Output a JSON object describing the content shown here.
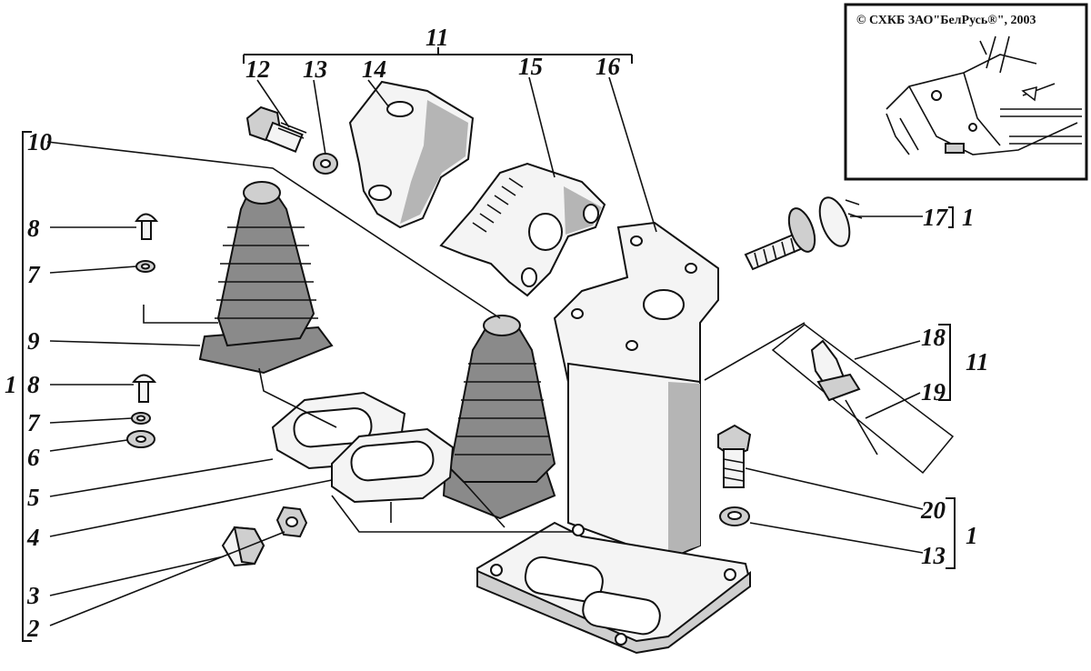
{
  "copyright": "© СХКБ ЗАО\"БелРусь®\", 2003",
  "callouts": {
    "c1_left": "1",
    "c2": "2",
    "c3": "3",
    "c4": "4",
    "c5": "5",
    "c6": "6",
    "c7_top": "7",
    "c7_bottom": "7",
    "c8_top": "8",
    "c8_bottom": "8",
    "c9": "9",
    "c10": "10",
    "c11_top": "11",
    "c11_right": "11",
    "c12": "12",
    "c13_top": "13",
    "c13_bottom": "13",
    "c14": "14",
    "c15": "15",
    "c16": "16",
    "c17": "17",
    "c1_after17": "1",
    "c18": "18",
    "c19": "19",
    "c20": "20",
    "c1_after20": "1"
  },
  "parts": [
    "bolt-12",
    "washer-13",
    "clamp-14",
    "sector-15",
    "bracket-16",
    "bolt-17",
    "fitting-18",
    "pin-19",
    "bolt-20",
    "washer-13-lower",
    "boot-9",
    "boot-9-second",
    "gasket-5",
    "gasket-4",
    "screw-8-top",
    "washer-7-top",
    "screw-8-bottom",
    "washer-7-bottom",
    "washer-6",
    "nut-3",
    "nut-2",
    "base-1",
    "inset-view"
  ]
}
